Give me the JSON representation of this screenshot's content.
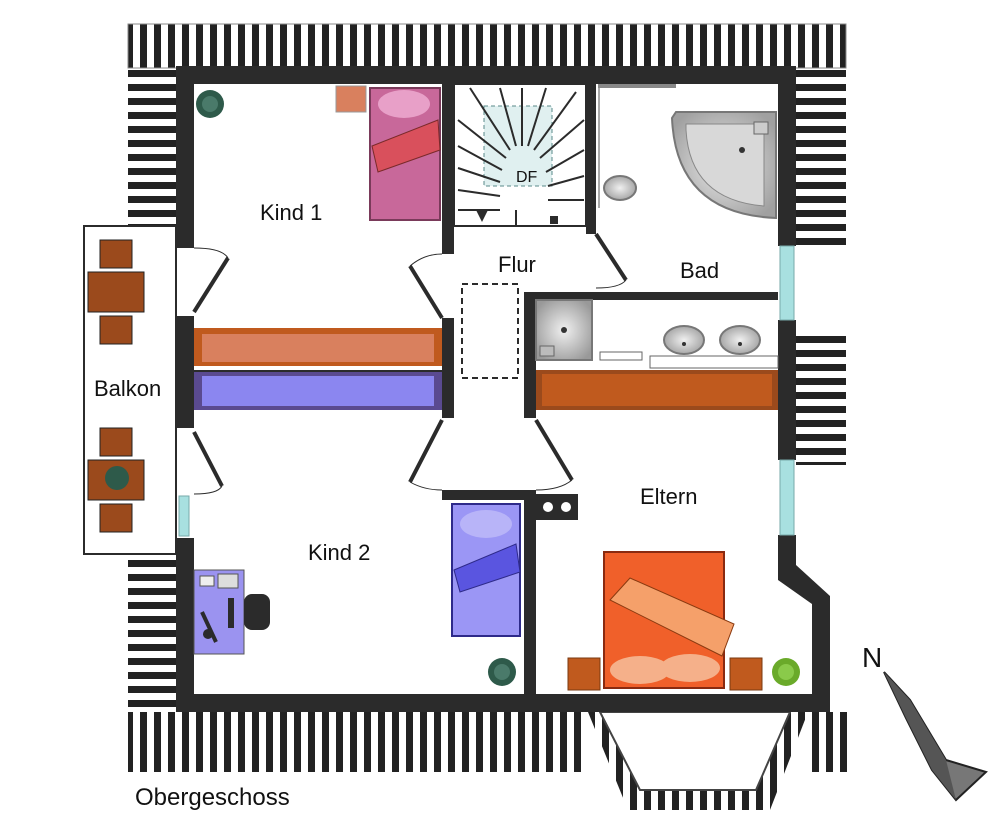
{
  "floor_title": "Obergeschoss",
  "compass_label": "N",
  "rooms": {
    "kind1": "Kind 1",
    "flur": "Flur",
    "bad": "Bad",
    "balkon": "Balkon",
    "eltern": "Eltern",
    "kind2": "Kind 2"
  },
  "stair_label": "DF",
  "colors": {
    "wall": "#2b2b2b",
    "roof_stripe": "#222222",
    "wardrobe_orange": "#d9805e",
    "wardrobe_blue": "#8b86f0",
    "wardrobe_brown": "#c05a1e",
    "bed_pink": "#c8689a",
    "bed_red": "#d9505c",
    "bed_blue": "#7d7ae8",
    "bed_orange": "#f0602a",
    "window_glass": "#a8e0e0",
    "plant_green": "#2e5a4a",
    "desk_purple": "#9b93f0",
    "furniture_brown": "#9b4a1c"
  },
  "icons": [
    "plant-icon",
    "compass-arrow-icon",
    "bathtub-icon",
    "toilet-icon",
    "sink-icon",
    "shower-icon",
    "desk-chair-icon",
    "stove-icon"
  ]
}
